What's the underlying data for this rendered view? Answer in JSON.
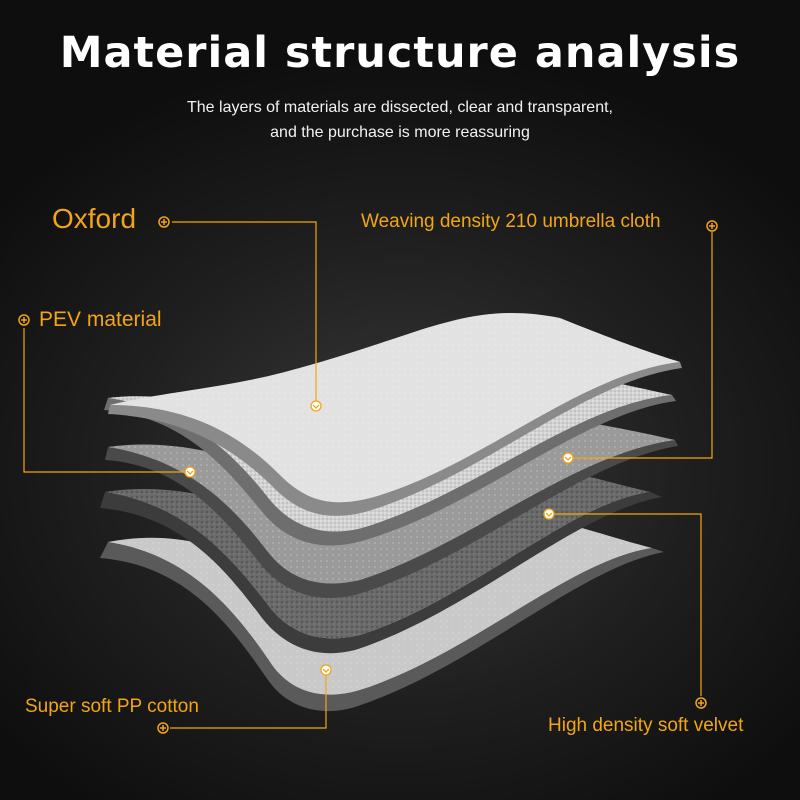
{
  "header": {
    "title": "Material structure analysis",
    "subtitle_line1": "The layers of materials are dissected, clear and transparent,",
    "subtitle_line2": "and the purchase is more reassuring"
  },
  "callouts": {
    "oxford": "Oxford",
    "weaving": "Weaving density 210 umbrella cloth",
    "pev": "PEV material",
    "pp_cotton": "Super soft PP cotton",
    "velvet": "High density soft velvet"
  },
  "colors": {
    "accent": "#f2a516",
    "background": "#1c1c1c",
    "text": "#ffffff"
  },
  "icons": [
    "plus-circle-icon",
    "chevron-down-circle-icon"
  ]
}
